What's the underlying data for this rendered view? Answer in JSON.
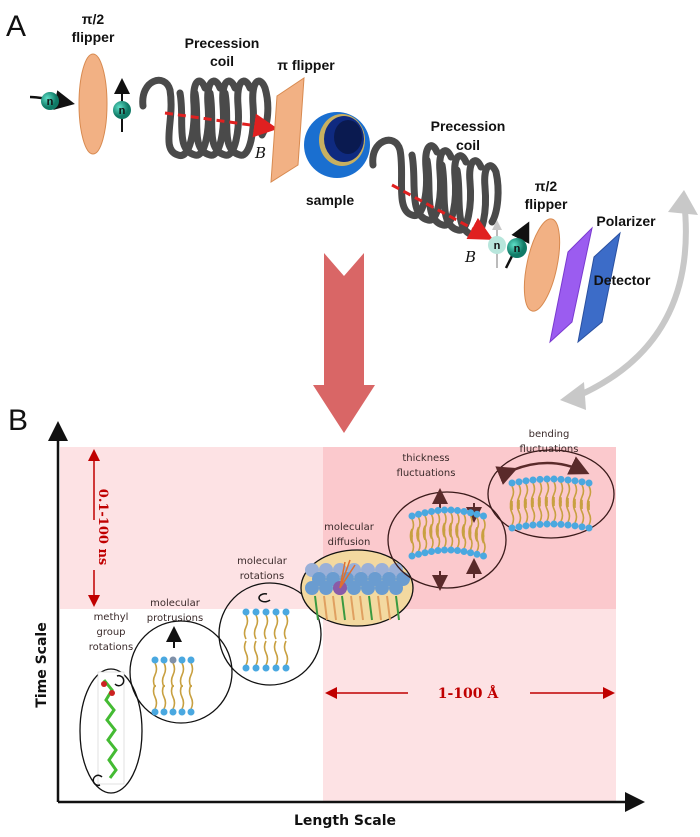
{
  "panel_a": {
    "letter": "A",
    "labels": {
      "flipper1_line1": "π/2",
      "flipper1_line2": "flipper",
      "coil1_line1": "Precession",
      "coil1_line2": "coil",
      "pi_flipper": "π flipper",
      "sample": "sample",
      "coil2_line1": "Precession",
      "coil2_line2": "coil",
      "flipper2_line1": "π/2",
      "flipper2_line2": "flipper",
      "polarizer": "Polarizer",
      "detector": "Detector",
      "neutron": "n",
      "field_vector": "B"
    },
    "colors": {
      "flipper": "#f2b184",
      "neutron": "#1a9d86",
      "coil": "#4a4a4a",
      "field_arrow": "#e02020",
      "polarizer": "#9b5cf0",
      "detector": "#3c6cc8",
      "sample": "#1a6fd0"
    }
  },
  "connector_arrow_color": "#d96666",
  "return_arrow_color": "#c8c8c8",
  "panel_b": {
    "letter": "B",
    "y_axis_label": "Time Scale",
    "x_axis_label": "Length Scale",
    "time_range_label": "0.1-100 ns",
    "length_range_label": "1-100 Å",
    "processes": [
      {
        "line1": "methyl",
        "line2": "group",
        "line3": "rotations"
      },
      {
        "line1": "molecular",
        "line2": "protrusions"
      },
      {
        "line1": "molecular",
        "line2": "rotations"
      },
      {
        "line1": "molecular",
        "line2": "diffusion"
      },
      {
        "line1": "thickness",
        "line2": "fluctuations"
      },
      {
        "line1": "bending",
        "line2": "fluctuations"
      }
    ],
    "colors": {
      "time_band": "#fde2e4",
      "length_band": "#fde2e4",
      "overlap": "#fbc9cd",
      "range_marker": "#c00000",
      "headgroup": "#4aa8e0",
      "tail": "#c8a040"
    }
  }
}
